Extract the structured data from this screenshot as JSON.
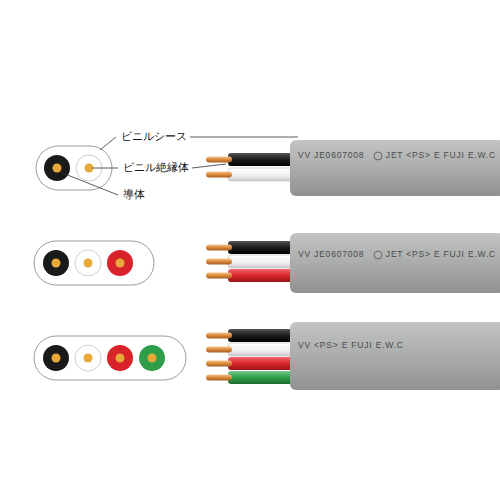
{
  "diagram": {
    "labels": [
      "ビニルシース",
      "ビニル絶縁体",
      "導体",
      "VV JE0607008",
      "JET <PS> E FUJI E.W.C",
      "VV JE0607008",
      "JET <PS> E FUJI E.W.C",
      "VV <PS> E FUJI E.W.C"
    ]
  }
}
